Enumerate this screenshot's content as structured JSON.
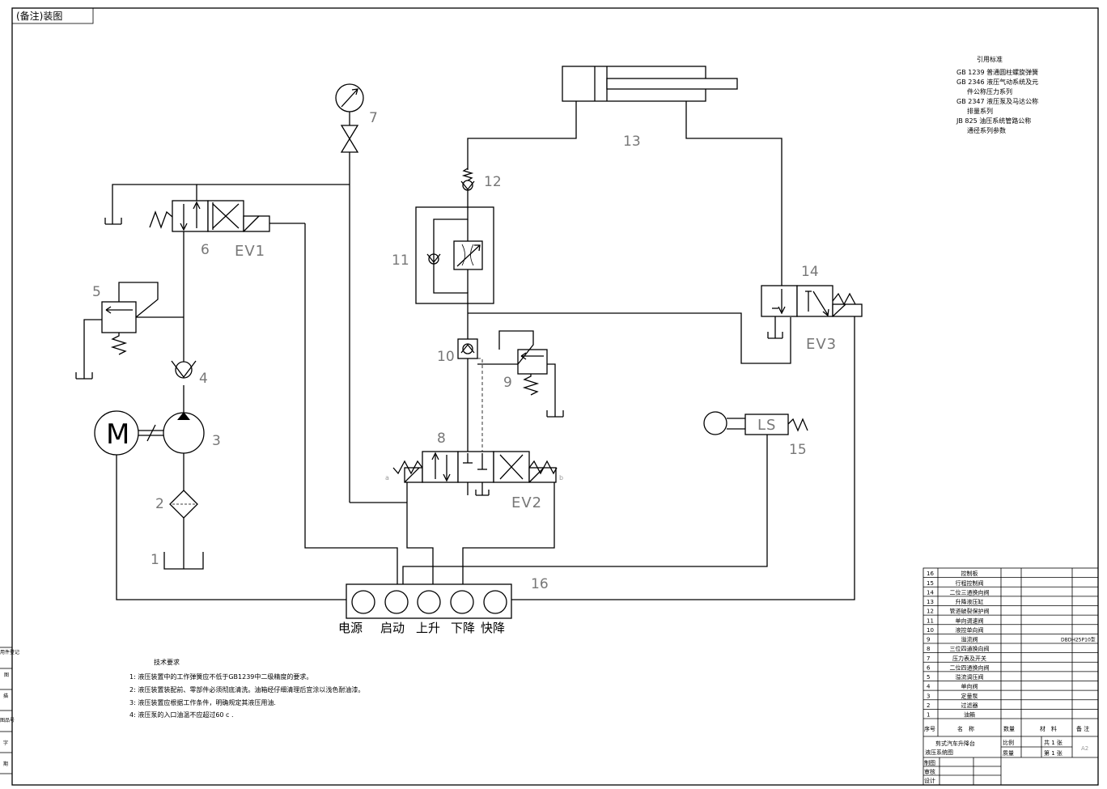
{
  "drawing_tag": "(备注)装图",
  "component_numbers": {
    "n1": "1",
    "n2": "2",
    "n3": "3",
    "n4": "4",
    "n5": "5",
    "n6": "6",
    "n7": "7",
    "n8": "8",
    "n9": "9",
    "n10": "10",
    "n11": "11",
    "n12": "12",
    "n13": "13",
    "n14": "14",
    "n15": "15",
    "n16": "16"
  },
  "valve_tags": {
    "ev1": "EV1",
    "ev2": "EV2",
    "ev3": "EV3",
    "ls": "LS"
  },
  "port_labels": {
    "a": "a",
    "b": "b"
  },
  "panel_labels": [
    "电源",
    "启动",
    "上升",
    "下降",
    "快降"
  ],
  "standards": {
    "title": "引用标准",
    "lines": [
      "GB 1239 普通圆柱螺旋弹簧",
      "GB 2346 液压气动系统及元",
      "件公称压力系列",
      "GB 2347 液压泵及马达公称",
      "排量系列",
      "JB 825 油压系统管路公称",
      "通径系列参数"
    ]
  },
  "tech": {
    "title": "技术要求",
    "lines": [
      "1: 液压装置中的工作弹簧应不低于GB1239中二级精度的要求。",
      "2: 液压装置装配前、零部件必须彻底清洗。油箱经仔细清理后宜涂以浅色耐油漆。",
      "3: 液压装置应根据工作条件，明确规定其液压用油.",
      "4: 液压泵的入口油温不应超过60 c ."
    ]
  },
  "parts": [
    {
      "no": "16",
      "name": "控制板",
      "note": ""
    },
    {
      "no": "15",
      "name": "行程控制阀",
      "note": ""
    },
    {
      "no": "14",
      "name": "二位三通换向阀",
      "note": ""
    },
    {
      "no": "13",
      "name": "升降液压缸",
      "note": ""
    },
    {
      "no": "12",
      "name": "管道破裂保护阀",
      "note": ""
    },
    {
      "no": "11",
      "name": "单向调速阀",
      "note": ""
    },
    {
      "no": "10",
      "name": "液控单向阀",
      "note": ""
    },
    {
      "no": "9",
      "name": "溢流阀",
      "note": "DBDH25P10型"
    },
    {
      "no": "8",
      "name": "三位四通换向阀",
      "note": ""
    },
    {
      "no": "7",
      "name": "压力表及开关",
      "note": ""
    },
    {
      "no": "6",
      "name": "二位四通换向阀",
      "note": ""
    },
    {
      "no": "5",
      "name": "溢流调压阀",
      "note": ""
    },
    {
      "no": "4",
      "name": "单向阀",
      "note": ""
    },
    {
      "no": "3",
      "name": "定量泵",
      "note": ""
    },
    {
      "no": "2",
      "name": "过滤器",
      "note": ""
    },
    {
      "no": "1",
      "name": "油箱",
      "note": ""
    }
  ],
  "parts_header": {
    "no": "序号",
    "name": "名　称",
    "qty": "数量",
    "material": "材　料",
    "note": "备 注"
  },
  "title_block": {
    "title1": "剪式汽车升降台",
    "title2": "液压系统图",
    "scale": "比例",
    "mass": "质量",
    "sheets": "共 1 张",
    "sheet": "第 1 张",
    "size": "A2",
    "drawn": "制图",
    "review": "审核",
    "design": "设计"
  },
  "side_strip": [
    "用件登记",
    "图",
    "描",
    "图品号",
    "字",
    "期"
  ]
}
